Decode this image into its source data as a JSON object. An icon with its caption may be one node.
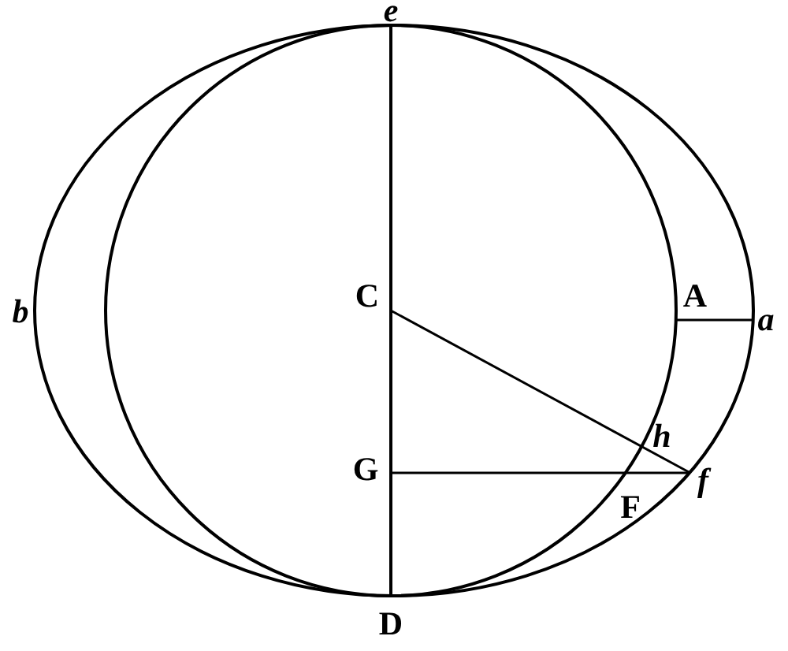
{
  "diagram": {
    "labels": [
      "e",
      "b",
      "C",
      "A",
      "a",
      "h",
      "G",
      "F",
      "f",
      "D"
    ]
  }
}
